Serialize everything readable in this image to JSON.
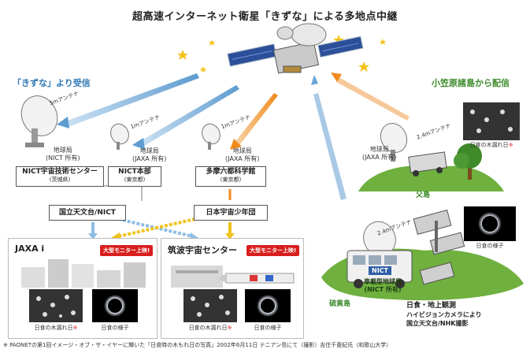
{
  "title": "超高速インターネット衛星「きずな」による多地点中継",
  "section_left": "「きずな」より受信",
  "section_right": "小笠原諸島から配信",
  "antennas": {
    "a5m": "5mアンテナ",
    "a1m_a": "1mアンテナ",
    "a1m_b": "1mアンテナ",
    "a24m_a": "2.4mアンテナ",
    "a24m_b": "2.4mアンテナ"
  },
  "stations": {
    "nict_owned": "地球局\n(NICT 所有)",
    "jaxa_owned_a": "地球局\n(JAXA 所有)",
    "jaxa_owned_b": "地球局\n(JAXA 所有)",
    "jaxa_owned_c": "地球局\n(JAXA 所有)",
    "vehicle": "車載型地球局\n(NICT 所有)"
  },
  "boxes": {
    "nict_tech": {
      "name": "NICT宇宙技術センター",
      "sub": "(茨城県)"
    },
    "nict_hq": {
      "name": "NICT本部",
      "sub": "(東京都)"
    },
    "tama": {
      "name": "多摩六都科学館",
      "sub": "(東京都)"
    },
    "naoj": {
      "name": "国立天文台/NICT"
    },
    "yac": {
      "name": "日本宇宙少年団"
    }
  },
  "venues": {
    "jaxa": "JAXA i",
    "tsukuba": "筑波宇宙センター",
    "monitor_badge": "大型モニター上映!"
  },
  "captions": {
    "komorebi": "日食の木漏れ日",
    "komorebi_mark": "※",
    "eclipse": "日食の様子"
  },
  "islands": {
    "chichijima": "父島",
    "iwojima": "硫黄島",
    "vehicle_logo": "NICT"
  },
  "observation": {
    "title": "日食・地上観測",
    "line1": "ハイビジョンカメラにより",
    "line2": "国立天文台/NHK撮影"
  },
  "footnote": "※ PAONETの第1回イメージ・オブ・ザ・イヤーに輝いた「日食時の木もれ日の写真」2002年6月11日 テニアン島にて（撮影）吉住千亜紀氏（和歌山大学）",
  "colors": {
    "blue_arrow": "#6aa6d6",
    "orange_arrow": "#f29a2e",
    "yellow_arrow": "#f2c21e",
    "green": "#3c8a2a",
    "badge_red": "#d81e1e"
  }
}
